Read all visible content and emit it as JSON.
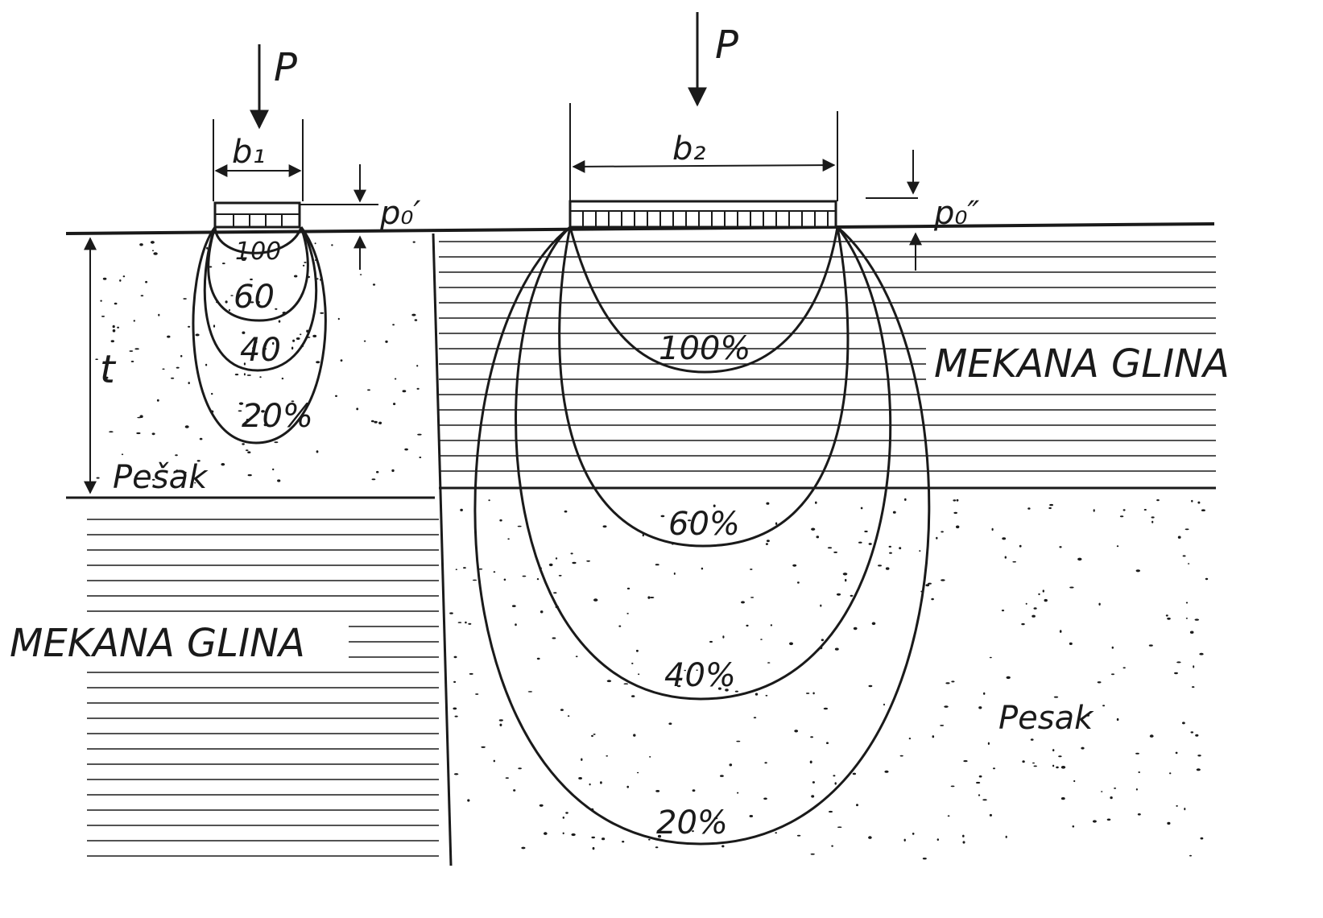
{
  "labels": {
    "load_left": "P",
    "load_right": "P",
    "width_left": "b₁",
    "width_right": "b₂",
    "pressure_left": "p₀′",
    "pressure_right": "p₀″",
    "depth": "t",
    "soft_clay_right": "MEKANA GLINA",
    "soft_clay_left": "MEKANA GLINA",
    "sand_left": "Pešak",
    "sand_right": "Pesak"
  },
  "bulb_left": {
    "labels": [
      "100",
      "60",
      "40",
      "20%"
    ]
  },
  "bulb_right": {
    "labels": [
      "100%",
      "60%",
      "40%",
      "20%"
    ]
  },
  "colors": {
    "ink": "#1a1a1a",
    "paper": "#ffffff"
  }
}
